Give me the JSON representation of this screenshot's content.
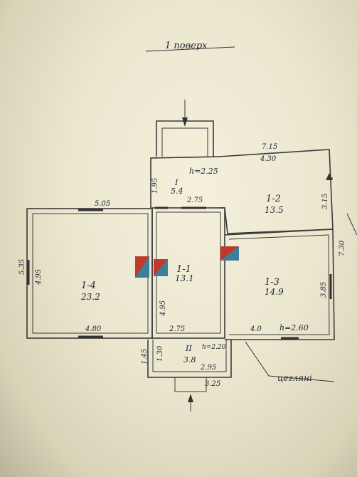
{
  "title": "1 поверх",
  "note": "цегляні",
  "rooms": [
    {
      "id": "I",
      "area": "5.4",
      "height": "h=2.25"
    },
    {
      "id": "1-1",
      "area": "13.1"
    },
    {
      "id": "1-2",
      "area": "13.5"
    },
    {
      "id": "1-3",
      "area": "14.9",
      "height": "h=2.60"
    },
    {
      "id": "1-4",
      "area": "23.2"
    },
    {
      "id": "II",
      "area": "3.8",
      "height": "h=2.20"
    }
  ],
  "dimensions": {
    "d_7_15": "7.15",
    "d_4_30": "4.30",
    "d_1_95": "1.95",
    "d_2_75_top": "2.75",
    "d_5_05": "5.05",
    "d_3_15": "3.15",
    "d_7_30": "7.30",
    "d_5_35": "5.35",
    "d_4_95_left": "4.95",
    "d_4_95_mid": "4.95",
    "d_3_85": "3.85",
    "d_4_80": "4.80",
    "d_2_75_bottom": "2.75",
    "d_4_0": "4.0",
    "d_1_45": "1.45",
    "d_1_30": "1.30",
    "d_2_95": "2.95",
    "d_3_25": "3.25"
  },
  "colors": {
    "paper": "#ece7cf",
    "ink": "#222a3a",
    "wall": "#3a3a3a",
    "stove_red": "#c0392b",
    "stove_blue": "#3d7f9a"
  }
}
